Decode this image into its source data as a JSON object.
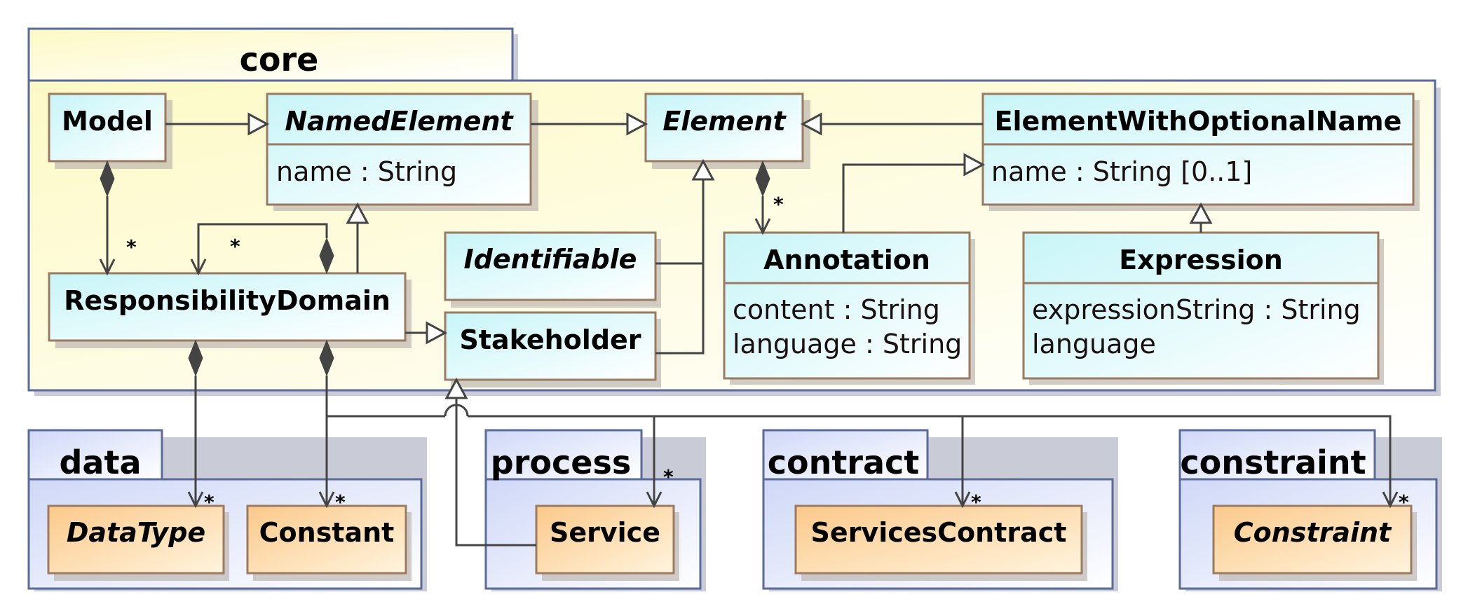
{
  "packages": {
    "core": "core",
    "data": "data",
    "process": "process",
    "contract": "contract",
    "constraint": "constraint"
  },
  "classes": {
    "model": {
      "name": "Model"
    },
    "named_element": {
      "name": "NamedElement",
      "attrs": [
        "name : String"
      ]
    },
    "element": {
      "name": "Element"
    },
    "element_with_optional_name": {
      "name": "ElementWithOptionalName",
      "attrs": [
        "name : String [0..1]"
      ]
    },
    "responsibility_domain": {
      "name": "ResponsibilityDomain"
    },
    "identifiable": {
      "name": "Identifiable"
    },
    "stakeholder": {
      "name": "Stakeholder"
    },
    "annotation": {
      "name": "Annotation",
      "attrs": [
        "content : String",
        "language : String"
      ]
    },
    "expression": {
      "name": "Expression",
      "attrs": [
        "expressionString : String",
        "language"
      ]
    },
    "data_type": {
      "name": "DataType"
    },
    "constant": {
      "name": "Constant"
    },
    "service": {
      "name": "Service"
    },
    "services_contract": {
      "name": "ServicesContract"
    },
    "constraint": {
      "name": "Constraint"
    }
  },
  "multiplicity": "*",
  "colors": {
    "core_fill": "#fdfbe0",
    "package_border": "#5a6a9a",
    "sub_package_fill": "#dde3f8",
    "class_fill": "#d8f7f9",
    "class_border": "#9a7a60",
    "orange_fill": "#fbd9a8",
    "line": "#444444"
  }
}
